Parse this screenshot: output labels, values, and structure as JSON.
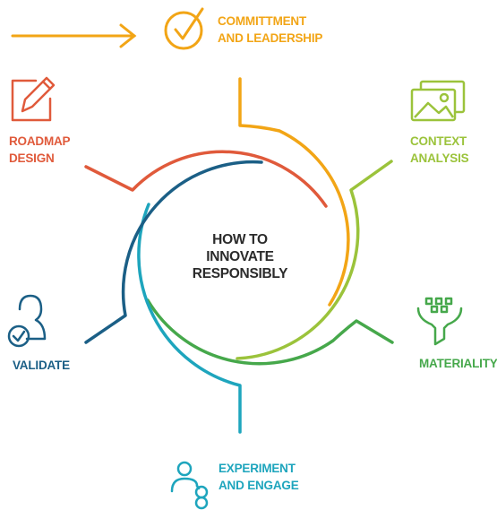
{
  "center": {
    "line1": "HOW TO",
    "line2": "INNOVATE",
    "line3": "RESPONSIBLY"
  },
  "steps": [
    {
      "id": "commitment",
      "line1": "COMMITTMENT",
      "line2": "AND LEADERSHIP",
      "color": "#f2a516",
      "icon": "check-circle-icon"
    },
    {
      "id": "context",
      "line1": "CONTEXT",
      "line2": "ANALYSIS",
      "color": "#9bc33b",
      "icon": "image-gallery-icon"
    },
    {
      "id": "materiality",
      "line1": "MATERIALITY",
      "line2": "",
      "color": "#46a84b",
      "icon": "funnel-icon"
    },
    {
      "id": "experiment",
      "line1": "EXPERIMENT",
      "line2": "AND ENGAGE",
      "color": "#1ea5bd",
      "icon": "people-network-icon"
    },
    {
      "id": "validate",
      "line1": "VALIDATE",
      "line2": "",
      "color": "#1b5f86",
      "icon": "person-check-icon"
    },
    {
      "id": "roadmap",
      "line1": "ROADMAP",
      "line2": "DESIGN",
      "color": "#e05a3b",
      "icon": "pencil-icon"
    }
  ],
  "colors": {
    "arrow": "#f2a516",
    "center_text": "#2b2b2b"
  }
}
